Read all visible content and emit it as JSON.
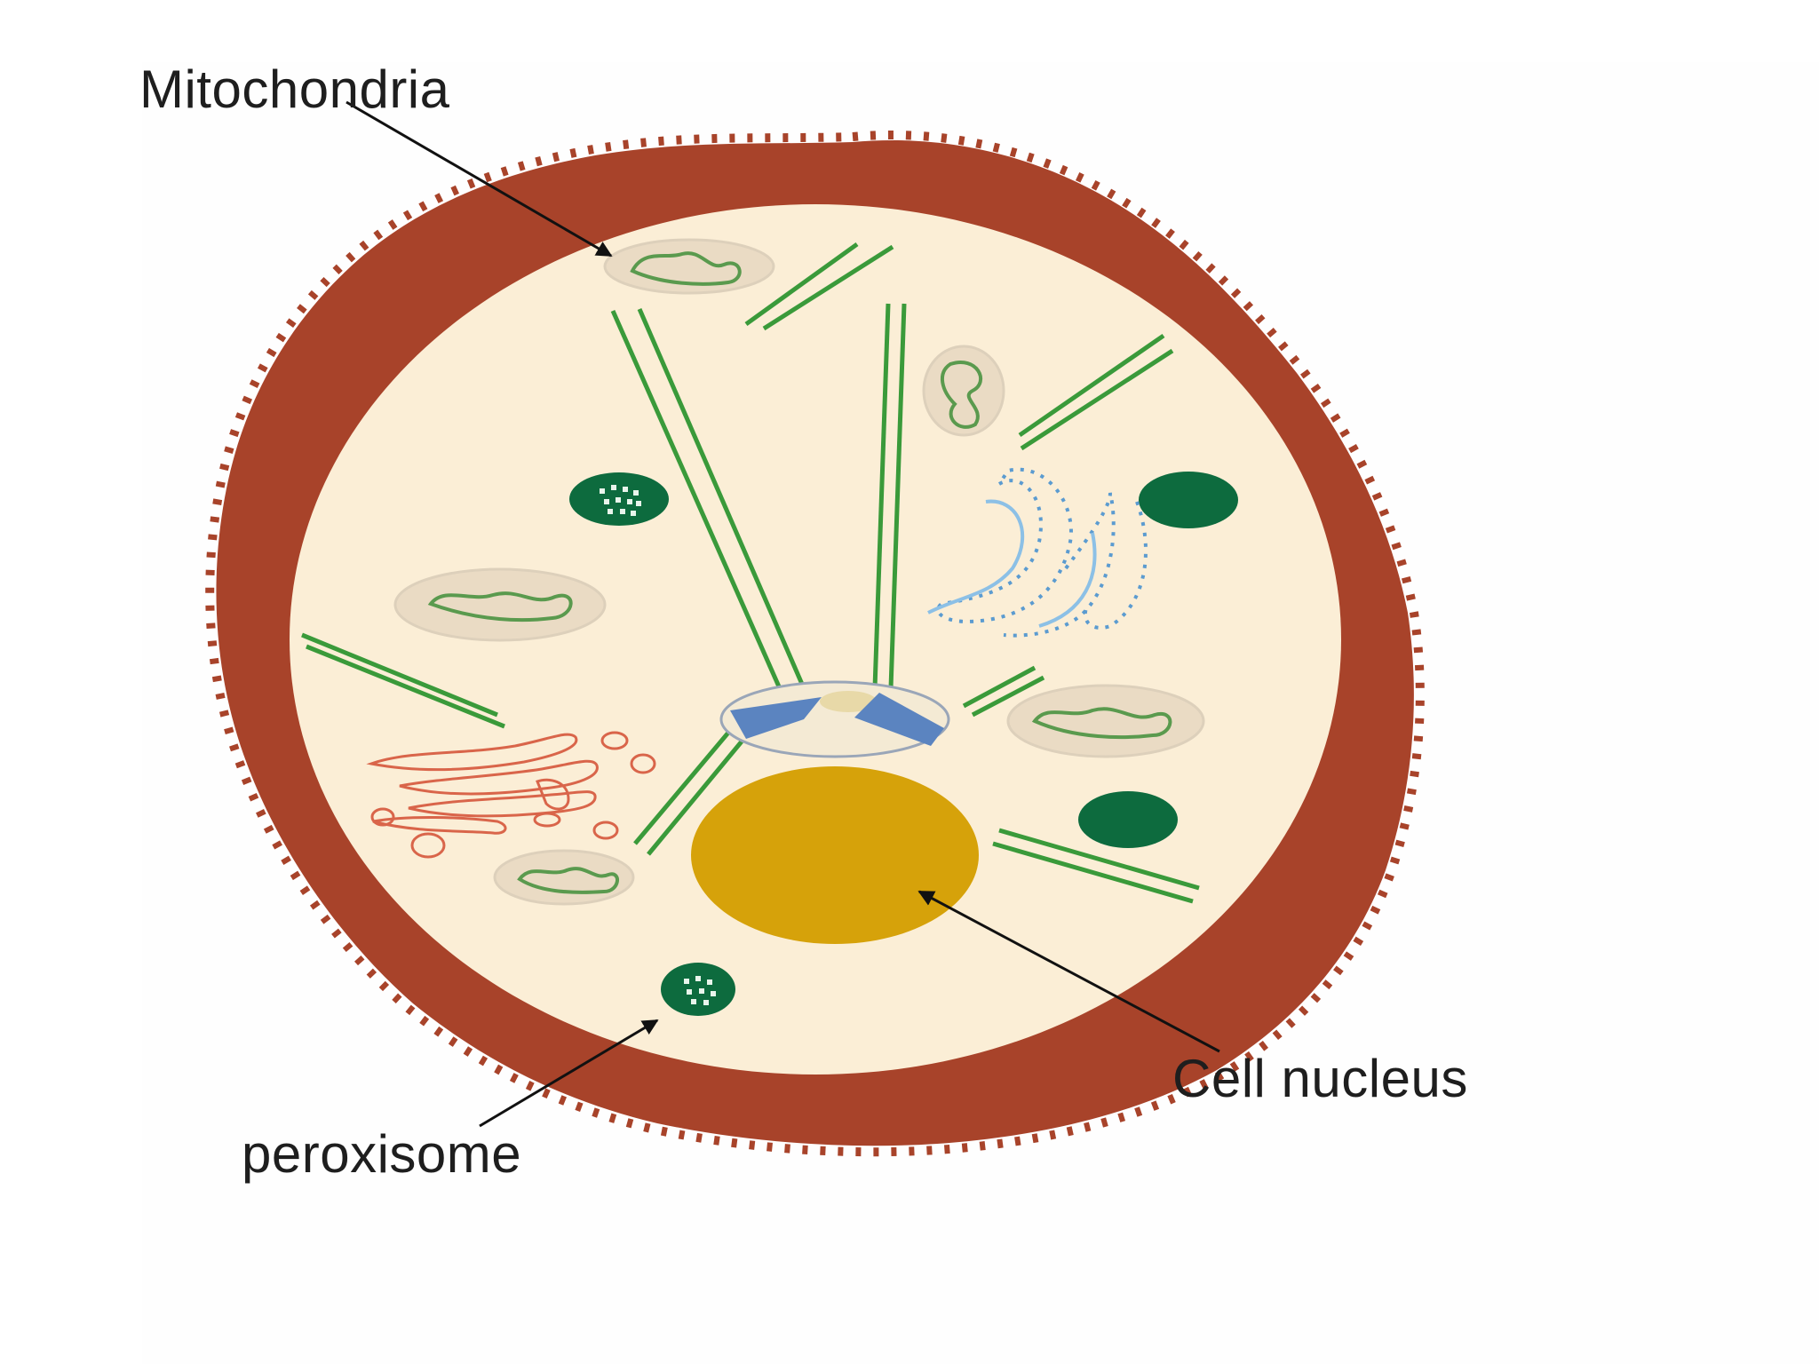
{
  "labels": {
    "mitochondria": "Mitochondria",
    "cell_nucleus": "Cell nucleus",
    "peroxisome": "peroxisome"
  },
  "colors": {
    "cell_wall": "#a8432a",
    "cytoplasm": "#fbeed6",
    "nucleus": "#d6a20a",
    "organelle_dark_green": "#0d6b3e",
    "mitochondria_fill": "#eadbc4",
    "mitochondria_outline": "#5a9a4e",
    "microtubule": "#3a9a3a",
    "golgi": "#d9654a",
    "endoplasmic_reticulum": "#5b9bd0",
    "centrosome_blue": "#5b84c0",
    "arrow": "#111111"
  }
}
